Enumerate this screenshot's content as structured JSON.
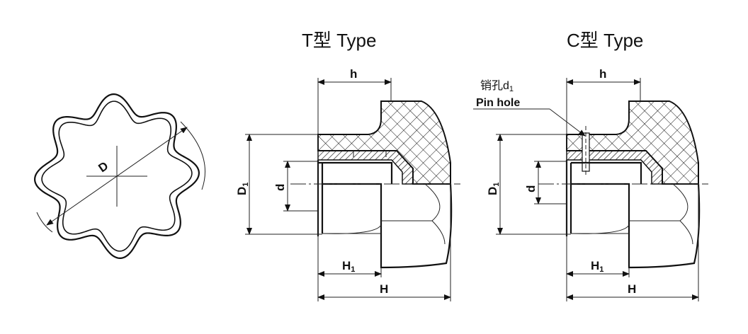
{
  "titles": {
    "t_type": "T型 Type",
    "c_type": "C型 Type"
  },
  "dimensions": {
    "D": "D",
    "D1_main": "D",
    "D1_sub": "1",
    "d": "d",
    "h": "h",
    "H": "H",
    "H1_main": "H",
    "H1_sub": "1"
  },
  "notes": {
    "pin_hole_cn_main": "销孔d",
    "pin_hole_cn_sub": "1",
    "pin_hole_en": "Pin hole"
  },
  "colors": {
    "line": "#111111",
    "background": "#ffffff"
  }
}
